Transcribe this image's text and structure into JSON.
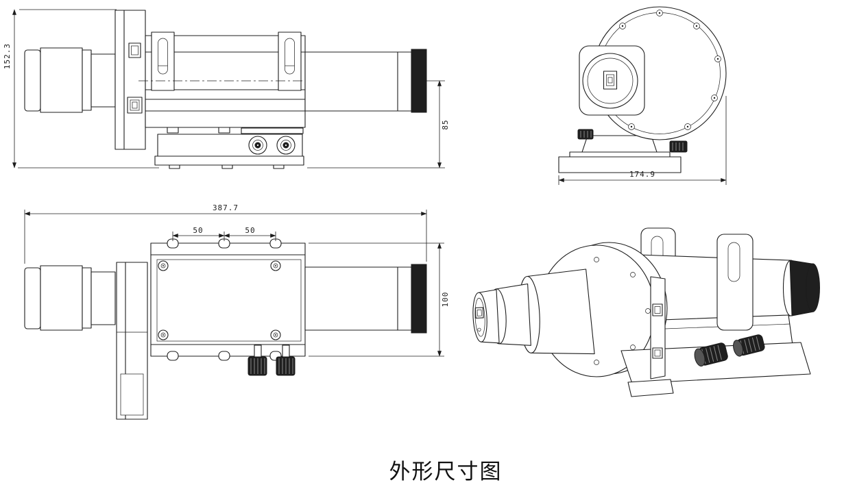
{
  "title": "外形尺寸图",
  "views": {
    "side": {
      "dim_overall_height": "152.3",
      "dim_axis_height": "85"
    },
    "front": {
      "dim_overall_width": "174.9"
    },
    "top": {
      "dim_overall_length": "387.7",
      "dim_spacing_left": "50",
      "dim_spacing_right": "50",
      "dim_body_width": "100"
    }
  }
}
